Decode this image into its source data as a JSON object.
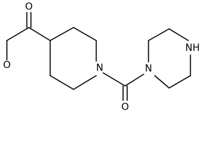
{
  "molecule": {
    "atom_labels": {
      "ester_carbonyl_o": "O",
      "ester_ether_o": "O",
      "piperidine_n": "N",
      "urea_carbonyl_o": "O",
      "piperazine_n_amide": "N",
      "piperazine_nh": "NH"
    },
    "colors": {
      "bond": "#000000",
      "text": "#000000",
      "background": "#ffffff"
    }
  }
}
